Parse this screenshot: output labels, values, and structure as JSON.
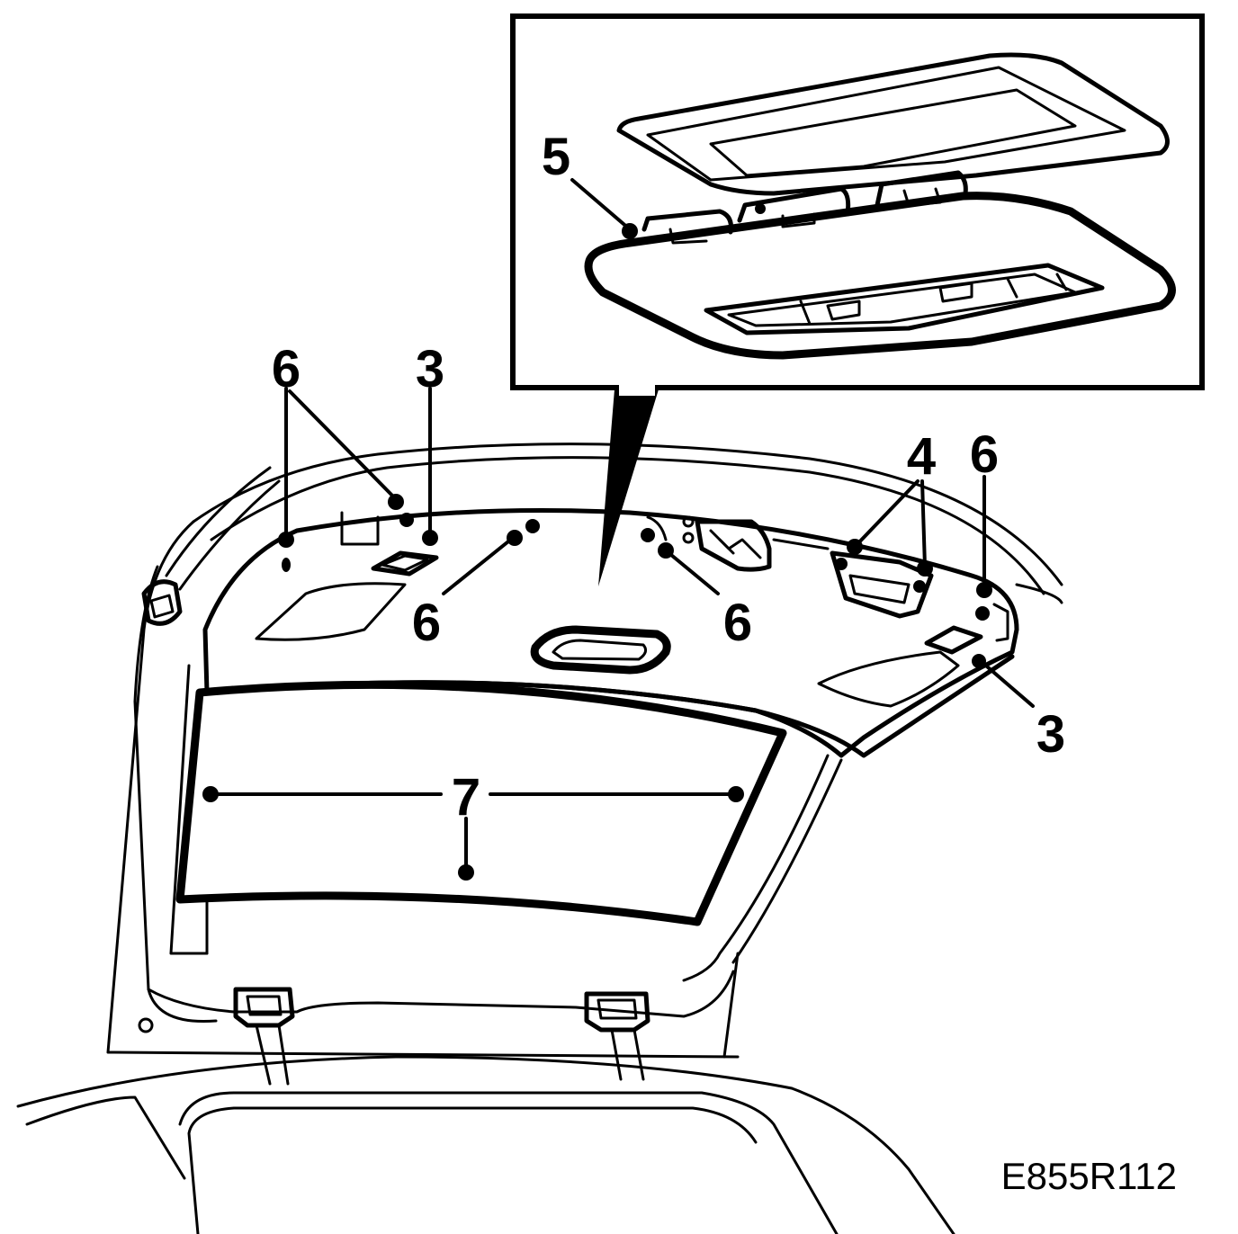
{
  "callouts": [
    {
      "id": "c6a",
      "text": "6"
    },
    {
      "id": "c3a",
      "text": "3"
    },
    {
      "id": "c5",
      "text": "5"
    },
    {
      "id": "c6b",
      "text": "6"
    },
    {
      "id": "c6c",
      "text": "6"
    },
    {
      "id": "c4",
      "text": "4"
    },
    {
      "id": "c6d",
      "text": "6"
    },
    {
      "id": "c3b",
      "text": "3"
    },
    {
      "id": "c7",
      "text": "7"
    }
  ],
  "reference_code": "E855R112",
  "colors": {
    "line": "#000000",
    "background": "#ffffff"
  }
}
